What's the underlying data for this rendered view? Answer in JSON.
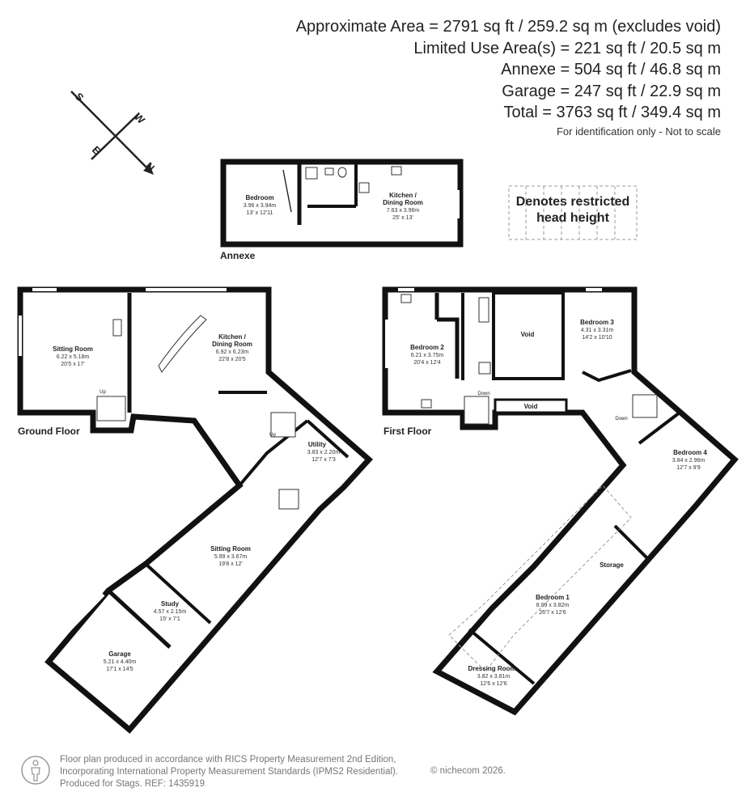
{
  "areas": [
    "Approximate Area = 2791 sq ft / 259.2 sq m (excludes void)",
    "Limited Use Area(s) = 221 sq ft / 20.5 sq m",
    "Annexe = 504 sq ft / 46.8 sq m",
    "Garage = 247 sq ft / 22.9 sq m",
    "Total = 3763 sq ft / 349.4 sq m"
  ],
  "scale_note": "For identification only - Not to scale",
  "compass": {
    "s": "S",
    "w": "W",
    "e": "E",
    "n": "N"
  },
  "legend": {
    "line1": "Denotes restricted",
    "line2": "head height"
  },
  "floors": {
    "annexe": "Annexe",
    "ground": "Ground Floor",
    "first": "First Floor"
  },
  "annexe": {
    "bedroom": {
      "name": "Bedroom",
      "metric": "3.96 x 3.94m",
      "imperial": "13' x 12'11"
    },
    "kitchen": {
      "name1": "Kitchen /",
      "name2": "Dining Room",
      "metric": "7.63 x 3.96m",
      "imperial": "25' x 13'"
    }
  },
  "ground": {
    "sitting": {
      "name": "Sitting Room",
      "metric": "6.22 x 5.18m",
      "imperial": "20'5 x 17'"
    },
    "kitchen": {
      "name1": "Kitchen /",
      "name2": "Dining Room",
      "metric": "6.92 x 6.23m",
      "imperial": "22'8 x 20'5"
    },
    "utility": {
      "name": "Utility",
      "metric": "3.83 x 2.20m",
      "imperial": "12'7 x 7'3"
    },
    "sitting2": {
      "name": "Sitting Room",
      "metric": "5.99 x 3.67m",
      "imperial": "19'8 x 12'"
    },
    "study": {
      "name": "Study",
      "metric": "4.57 x 2.15m",
      "imperial": "15' x 7'1"
    },
    "garage": {
      "name": "Garage",
      "metric": "5.21 x 4.40m",
      "imperial": "17'1 x 14'5"
    },
    "up1": "Up",
    "up2": "Up"
  },
  "first": {
    "bedroom2": {
      "name": "Bedroom 2",
      "metric": "6.21 x 3.75m",
      "imperial": "20'4 x 12'4"
    },
    "void1": "Void",
    "void2": "Void",
    "bedroom3": {
      "name": "Bedroom 3",
      "metric": "4.31 x 3.31m",
      "imperial": "14'2 x 10'10"
    },
    "bedroom4": {
      "name": "Bedroom 4",
      "metric": "3.84 x 2.96m",
      "imperial": "12'7 x 9'9"
    },
    "storage": "Storage",
    "bedroom1": {
      "name": "Bedroom 1",
      "metric": "8.09 x 3.82m",
      "imperial": "26'7 x 12'6"
    },
    "dressing": {
      "name": "Dressing Room",
      "metric": "3.82 x 3.81m",
      "imperial": "12'6 x 12'6"
    },
    "down1": "Down",
    "down2": "Down"
  },
  "footer": {
    "line1": "Floor plan produced in accordance with RICS Property Measurement 2nd Edition,",
    "line2": "Incorporating International Property Measurement Standards (IPMS2 Residential).",
    "line3": "Produced for Stags.   REF: 1435919",
    "copyright": "© nichecom 2026."
  }
}
